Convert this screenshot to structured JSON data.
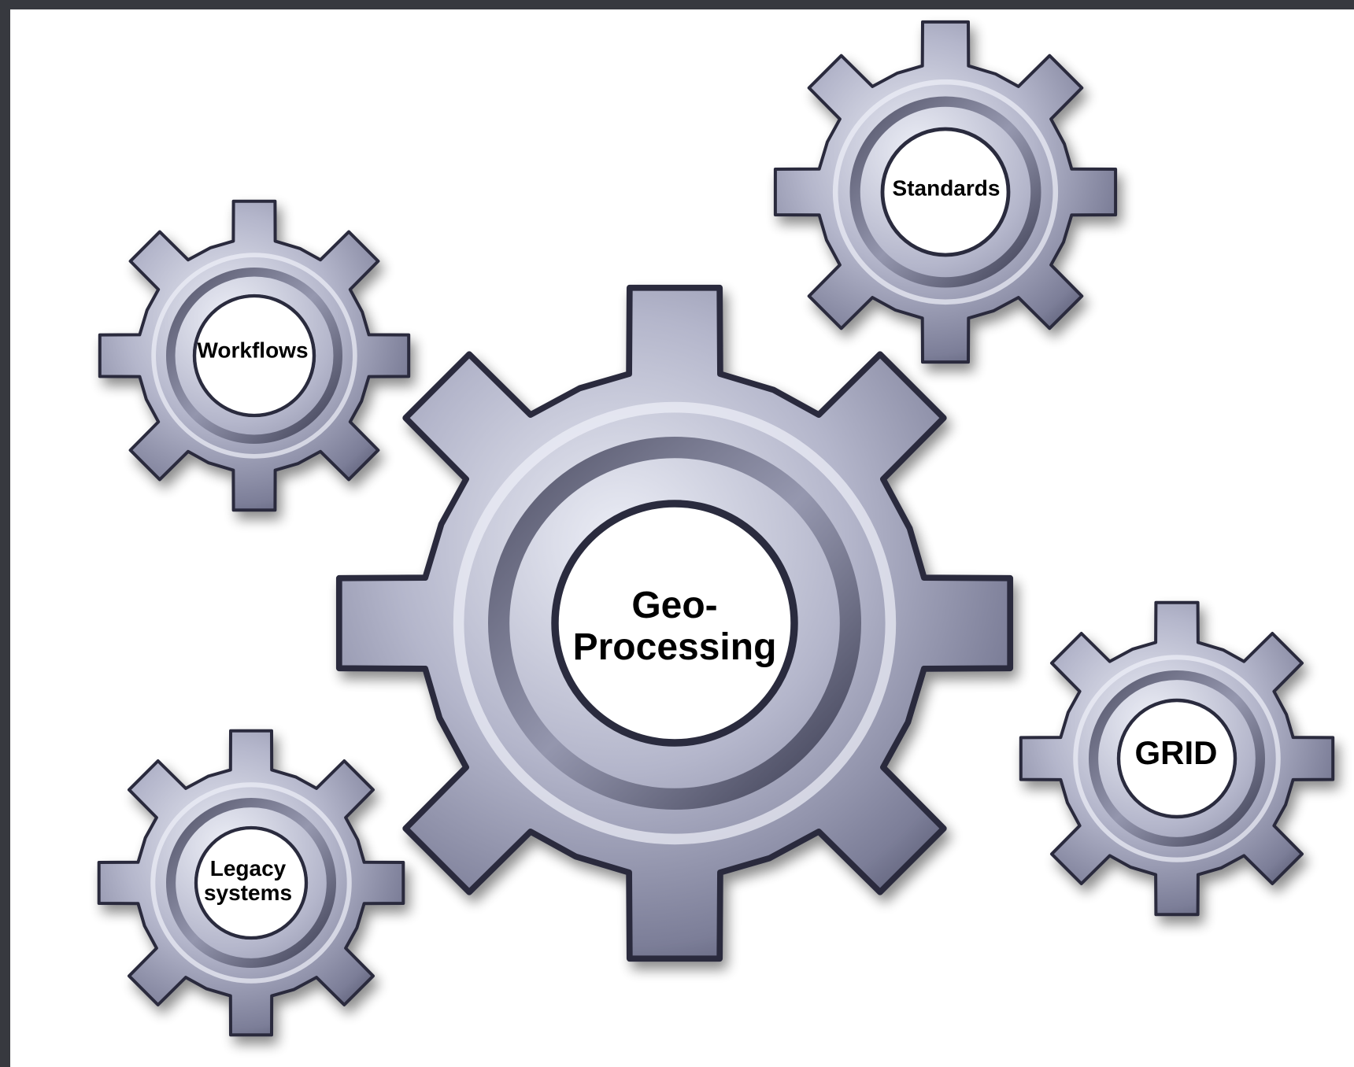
{
  "diagram": {
    "colors": {
      "frame": "#37393f",
      "canvas": "#ffffff",
      "gear_metal_light": "#dcdde8",
      "gear_metal_mid": "#9c9db4",
      "gear_metal_dark": "#3a3b52",
      "label_text": "#000000"
    },
    "gears": [
      {
        "id": "geo-processing",
        "icon": "gear-icon",
        "label_lines": [
          "Geo-",
          "Processing"
        ]
      },
      {
        "id": "standards",
        "icon": "gear-icon",
        "label_lines": [
          "Standards"
        ]
      },
      {
        "id": "workflows",
        "icon": "gear-icon",
        "label_lines": [
          "Workflows"
        ]
      },
      {
        "id": "grid",
        "icon": "gear-icon",
        "label_lines": [
          "GRID"
        ]
      },
      {
        "id": "legacy-systems",
        "icon": "gear-icon",
        "label_lines": [
          "Legacy",
          "systems"
        ]
      }
    ]
  }
}
